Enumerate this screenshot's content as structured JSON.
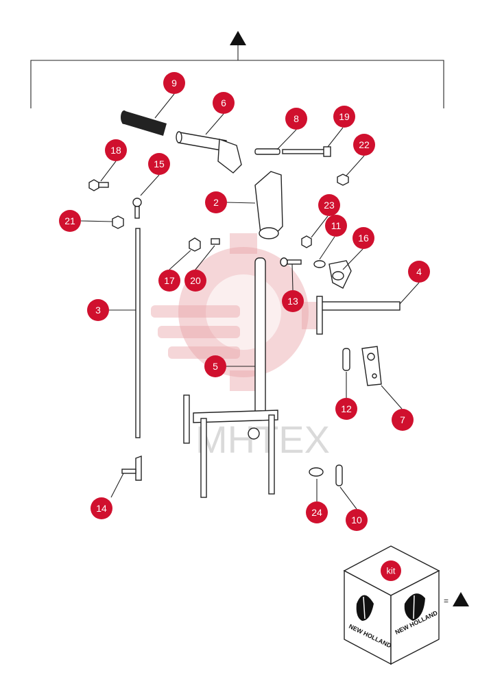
{
  "diagram": {
    "watermark": "MHTEX",
    "kit_label": "kit",
    "kit_equals": "=",
    "brand": "NEW HOLLAND",
    "callouts": [
      {
        "id": "9",
        "label": "9"
      },
      {
        "id": "6",
        "label": "6"
      },
      {
        "id": "8",
        "label": "8"
      },
      {
        "id": "19",
        "label": "19"
      },
      {
        "id": "18",
        "label": "18"
      },
      {
        "id": "15",
        "label": "15"
      },
      {
        "id": "22",
        "label": "22"
      },
      {
        "id": "2",
        "label": "2"
      },
      {
        "id": "21",
        "label": "21"
      },
      {
        "id": "23",
        "label": "23"
      },
      {
        "id": "11",
        "label": "11"
      },
      {
        "id": "16",
        "label": "16"
      },
      {
        "id": "17",
        "label": "17"
      },
      {
        "id": "20",
        "label": "20"
      },
      {
        "id": "4",
        "label": "4"
      },
      {
        "id": "3",
        "label": "3"
      },
      {
        "id": "13",
        "label": "13"
      },
      {
        "id": "5",
        "label": "5"
      },
      {
        "id": "12",
        "label": "12"
      },
      {
        "id": "7",
        "label": "7"
      },
      {
        "id": "14",
        "label": "14"
      },
      {
        "id": "24",
        "label": "24"
      },
      {
        "id": "10",
        "label": "10"
      }
    ]
  }
}
